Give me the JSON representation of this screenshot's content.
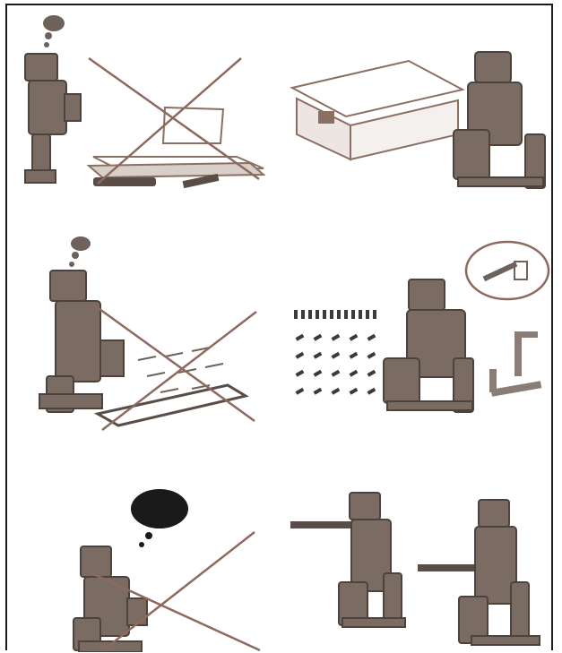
{
  "figure": {
    "panels": [
      {
        "id": "row1-left",
        "meaning": "incorrect",
        "icons": [
          "figure-icon",
          "thought-bubble-icon",
          "flat-box-icon",
          "wrench-icon",
          "cross-out-icon"
        ]
      },
      {
        "id": "row1-right",
        "meaning": "correct",
        "icons": [
          "open-box-icon",
          "figure-icon"
        ]
      },
      {
        "id": "row2-left",
        "meaning": "incorrect",
        "icons": [
          "figure-icon",
          "thought-bubble-icon",
          "parts-tray-icon",
          "cross-out-icon"
        ]
      },
      {
        "id": "row2-right",
        "meaning": "correct",
        "icons": [
          "screws-grid-icon",
          "figure-icon",
          "tools-bubble-icon",
          "hex-key-icon"
        ]
      },
      {
        "id": "row3-left",
        "meaning": "incorrect",
        "icons": [
          "figure-icon",
          "dark-thought-bubble-icon",
          "cross-out-icon"
        ]
      },
      {
        "id": "row3-right",
        "meaning": "correct",
        "icons": [
          "figure-with-rod-icon",
          "figure-with-rod-icon"
        ]
      }
    ],
    "colors": {
      "ink": "#2a2a2a",
      "figure": "#7a6b63",
      "figure_dark": "#4e423d",
      "cross": "#8c6a5e",
      "box_line": "#8a6f63",
      "bubble_dark": "#1a1a1a"
    }
  }
}
